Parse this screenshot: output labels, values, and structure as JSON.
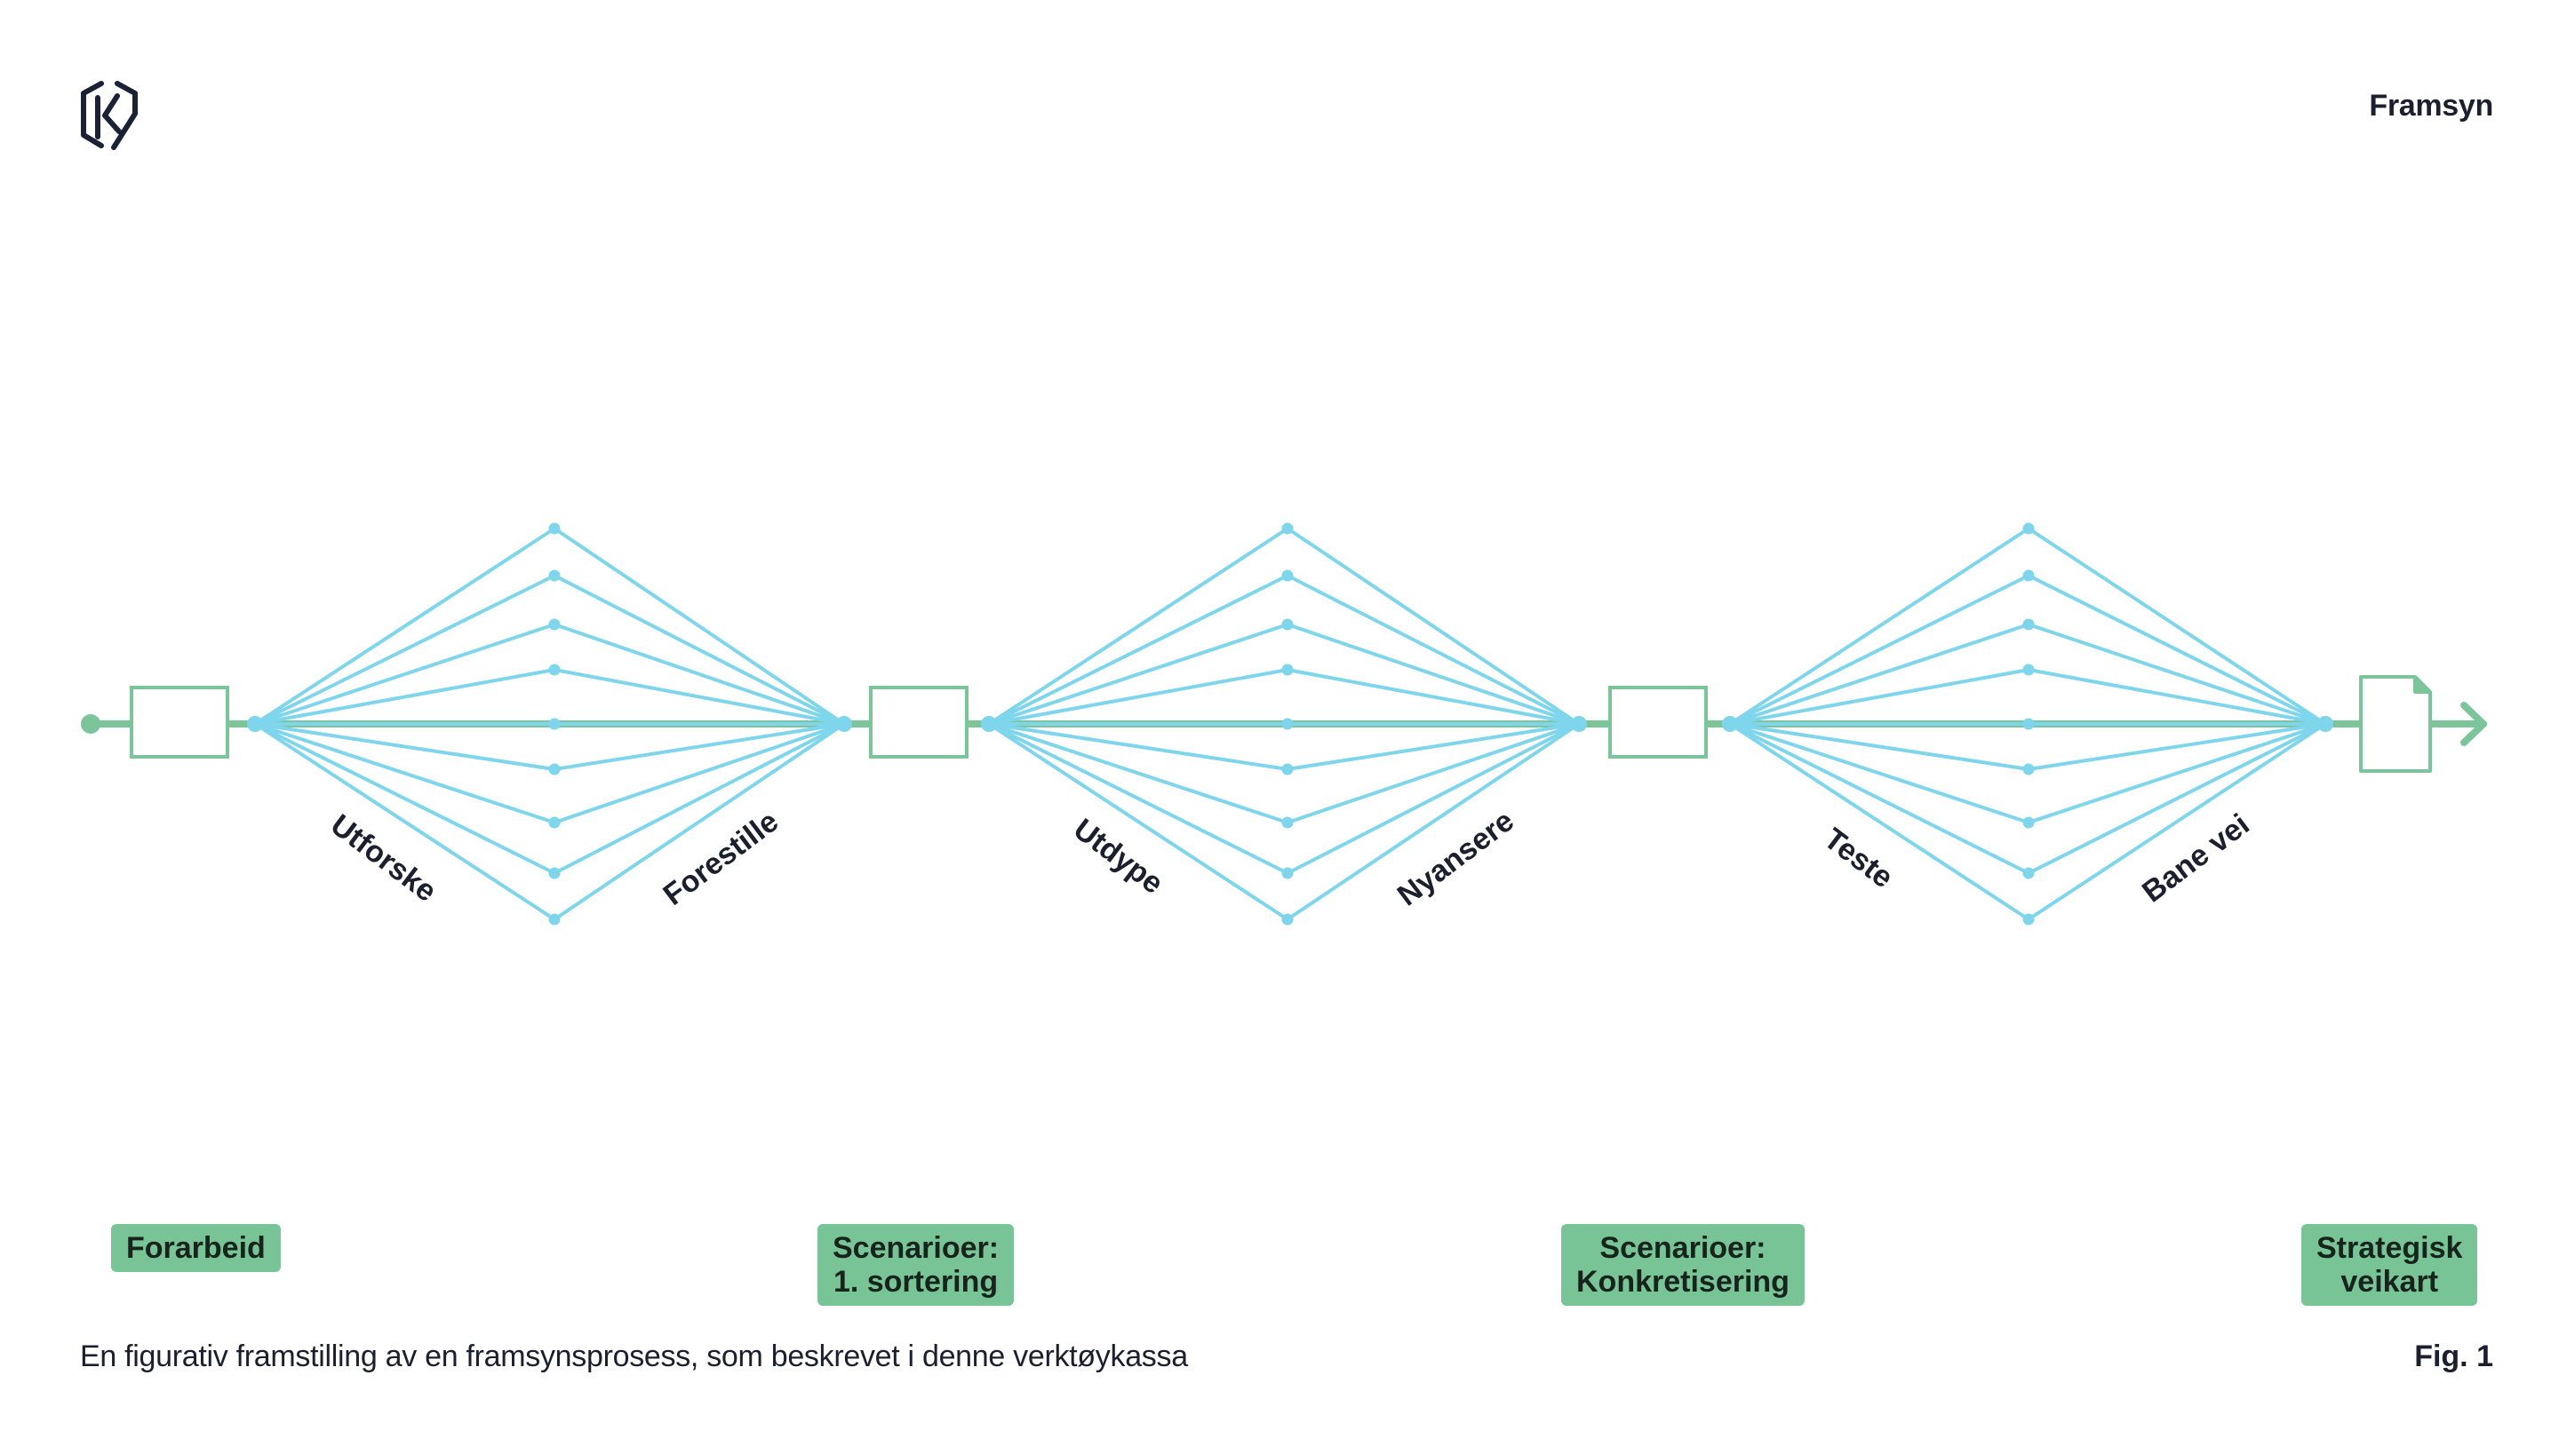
{
  "header": {
    "logo_icon": "k-hexagon-logo-icon",
    "title": "Framsyn"
  },
  "diagram": {
    "colors": {
      "spine": "#7cc59b",
      "fan": "#7fd6ec",
      "text": "#1b1f2e",
      "badge": "#78c497"
    },
    "phases": [
      {
        "diverge": "Utforske",
        "converge": "Forestille"
      },
      {
        "diverge": "Utdype",
        "converge": "Nyansere"
      },
      {
        "diverge": "Teste",
        "converge": "Bane vei"
      }
    ],
    "end_icon": "document-icon",
    "end_arrow_icon": "arrow-right-icon"
  },
  "stages": [
    {
      "lines": [
        "Forarbeid"
      ]
    },
    {
      "lines": [
        "Scenarioer:",
        "1. sortering"
      ]
    },
    {
      "lines": [
        "Scenarioer:",
        "Konkretisering"
      ]
    },
    {
      "lines": [
        "Strategisk",
        "veikart"
      ]
    }
  ],
  "footer": {
    "caption": "En figurativ framstilling av en framsynsprosess, som beskrevet i denne verktøykassa",
    "fig_label": "Fig. 1"
  }
}
